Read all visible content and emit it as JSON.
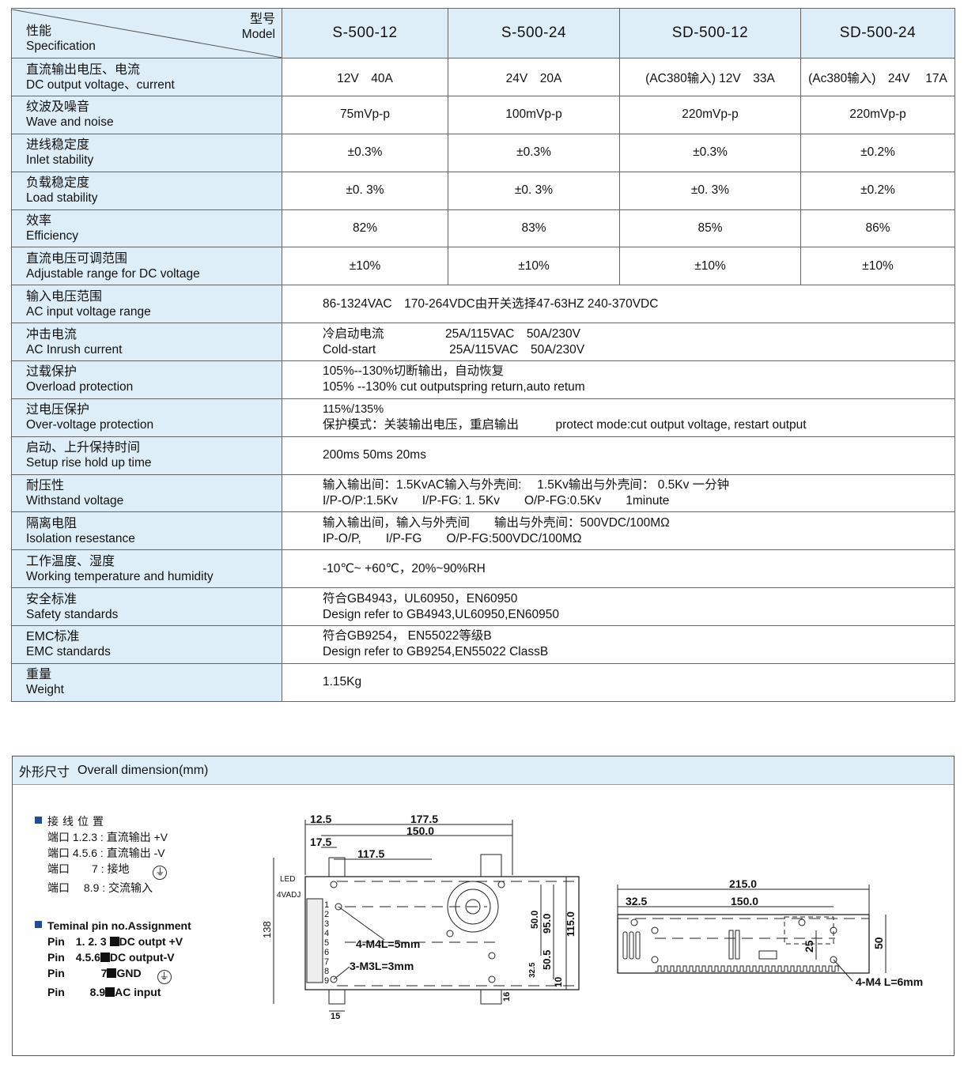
{
  "header": {
    "model_zh": "型号",
    "model_en": "Model",
    "spec_zh": "性能",
    "spec_en": "Specification",
    "models": [
      "S-500-12",
      "S-500-24",
      "SD-500-12",
      "SD-500-24"
    ]
  },
  "rows": [
    {
      "zh": "直流输出电压、电流",
      "en": "DC output voltage、current",
      "values": [
        "12V　40A",
        "24V　20A",
        "(AC380输入) 12V　33A",
        "(Ac380输入)　24V　 17A"
      ]
    },
    {
      "zh": "纹波及噪音",
      "en": "Wave and noise",
      "values": [
        "75mVp-p",
        "100mVp-p",
        "220mVp-p",
        "220mVp-p"
      ]
    },
    {
      "zh": "进线稳定度",
      "en": "Inlet stability",
      "values": [
        "±0.3%",
        "±0.3%",
        "±0.3%",
        "±0.2%"
      ]
    },
    {
      "zh": "负载稳定度",
      "en": "Load stability",
      "values": [
        "±0. 3%",
        "±0. 3%",
        "±0. 3%",
        "±0.2%"
      ]
    },
    {
      "zh": "效率",
      "en": "Efficiency",
      "values": [
        "82%",
        "83%",
        "85%",
        "86%"
      ]
    },
    {
      "zh": "直流电压可调范围",
      "en": "Adjustable range for DC voltage",
      "values": [
        "±10%",
        "±10%",
        "±10%",
        "±10%"
      ]
    }
  ],
  "span_rows": [
    {
      "zh": "输入电压范围",
      "en": "AC input voltage range",
      "line1": "86-1324VAC　170-264VDC由开关选择47-63HZ 240-370VDC",
      "line2": ""
    },
    {
      "zh": "冲击电流",
      "en": "AC Inrush current",
      "line1": "冷启动电流　　　　　25A/115VAC　50A/230V",
      "line2": "Cold-start　　　　　　25A/115VAC　50A/230V"
    },
    {
      "zh": "过载保护",
      "en": "Overload protection",
      "line1": "105%--130%切断输出，自动恢复",
      "line2": "105% --130%  cut outputspring return,auto retum"
    },
    {
      "zh": "过电压保护",
      "en": "Over-voltage protection",
      "line1": "115%/135%",
      "line2": "保护模式：关装输出电压，重启输出　　　protect mode:cut output voltage, restart output"
    },
    {
      "zh": "启动、上升保持时间",
      "en": "Setup rise hold up time",
      "line1": "200ms 50ms  20ms",
      "line2": ""
    },
    {
      "zh": "耐压性",
      "en": "Withstand voltage",
      "line1": "输入输出间：1.5KvAC输入与外壳间:　 1.5Kv输出与外壳间： 0.5Kv 一分钟",
      "line2": "I/P-O/P:1.5Kv　　I/P-FG: 1. 5Kv　　O/P-FG:0.5Kv　　1minute"
    },
    {
      "zh": "隔离电阻",
      "en": "Isolation resestance",
      "line1": "输入输出间，输入与外壳间　　输出与外壳间：500VDC/100MΩ",
      "line2": "IP-O/P,　　I/P-FG　　O/P-FG:500VDC/100MΩ"
    },
    {
      "zh": "工作温度、湿度",
      "en": "Working temperature and humidity",
      "line1": "-10℃~ +60℃，20%~90%RH",
      "line2": ""
    },
    {
      "zh": "安全标准",
      "en": "Safety standards",
      "line1": "符合GB4943，UL60950，EN60950",
      "line2": "Design refer to GB4943,UL60950,EN60950"
    },
    {
      "zh": "EMC标准",
      "en": "EMC standards",
      "line1": "符合GB9254，  EN55022等级B",
      "line2": "Design refer to GB9254,EN55022 ClassB"
    },
    {
      "zh": "重量",
      "en": "Weight",
      "line1": "1.15Kg",
      "line2": ""
    }
  ],
  "dimension": {
    "title_zh": "外形尺寸",
    "title_en": "Overall dimension(mm)",
    "wiring_cn_title": "接线位置",
    "wiring_cn": [
      "端口 1.2.3 : 直流输出 +V",
      "端口 4.5.6 : 直流输出 -V",
      "端口　　7 : 接地",
      "端口　 8.9 : 交流输入"
    ],
    "wiring_en_title": "Teminal pin no.Assignment",
    "wiring_en": [
      {
        "pin": "Pin　1. 2. 3",
        "desc": "DC outpt +V"
      },
      {
        "pin": "Pin　4.5.6",
        "desc": "DC output-V"
      },
      {
        "pin": "Pin　　　 7",
        "desc": "GND"
      },
      {
        "pin": "Pin　　 8.9",
        "desc": "AC input"
      }
    ],
    "front": {
      "dims_top": [
        "12.5",
        "177.5",
        "150.0",
        "17.5",
        "117.5"
      ],
      "left_height": "138",
      "led": "LED",
      "vadj": "4VADJ",
      "pins": [
        "1",
        "2",
        "3",
        "4",
        "5",
        "6",
        "7",
        "8",
        "9"
      ],
      "screw1": "4-M4L=5mm",
      "screw2": "3-M3L=3mm",
      "right_dims": [
        "50.0",
        "95.0",
        "115.0",
        "50.5",
        "32.5",
        "10"
      ],
      "bottom_dims": [
        "15",
        "16"
      ]
    },
    "side": {
      "width": "215.0",
      "left": "32.5",
      "span": "150.0",
      "inner_h": "25",
      "height": "50",
      "screw": "4-M4  L=6mm"
    }
  }
}
